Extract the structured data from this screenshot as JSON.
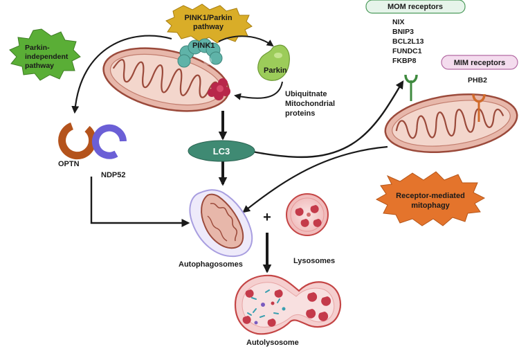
{
  "labels": {
    "pink1_parkin_pathway": [
      "PINK1/Parkin",
      "pathway"
    ],
    "parkin_independent_pathway": [
      "Parkin-",
      "independent",
      "pathway"
    ],
    "pink1": "PINK1",
    "parkin": "Parkin",
    "ubiquitinate": [
      "Ubiquitnate",
      "Mitochondrial",
      "proteins"
    ],
    "lc3": "LC3",
    "optn": "OPTN",
    "ndp52": "NDP52",
    "autophagosomes": "Autophagosomes",
    "plus": "+",
    "lysosomes": "Lysosomes",
    "autolysosome": "Autolysosome",
    "mom_receptors_title": "MOM receptors",
    "mom_receptors": [
      "NIX",
      "BNIP3",
      "BCL2L13",
      "FUNDC1",
      "FKBP8"
    ],
    "mim_receptors_title": "MIM receptors",
    "phb2": "PHB2",
    "receptor_mediated": [
      "Receptor-mediated",
      "mitophagy"
    ]
  },
  "colors": {
    "mito_outer": "#e7b7aa",
    "mito_stroke": "#9b4a3b",
    "pink1": "#5fb3a8",
    "parkin": "#9ccc5a",
    "ubiquitin": "#b8274a",
    "lc3": "#3f8a73",
    "optn": "#b4531c",
    "ndp52": "#6b5fd6",
    "yellow_star": "#d9ad28",
    "green_star": "#5aae36",
    "orange_star": "#e4742c",
    "mom_box": "#e6f4ea",
    "mim_box": "#f4dcee",
    "lysosome": "#f4c7c7",
    "lysosome_stroke": "#c44545",
    "cargo": "#c43a4a",
    "receptor_green": "#3f8a3f",
    "receptor_orange": "#d06a2a"
  }
}
